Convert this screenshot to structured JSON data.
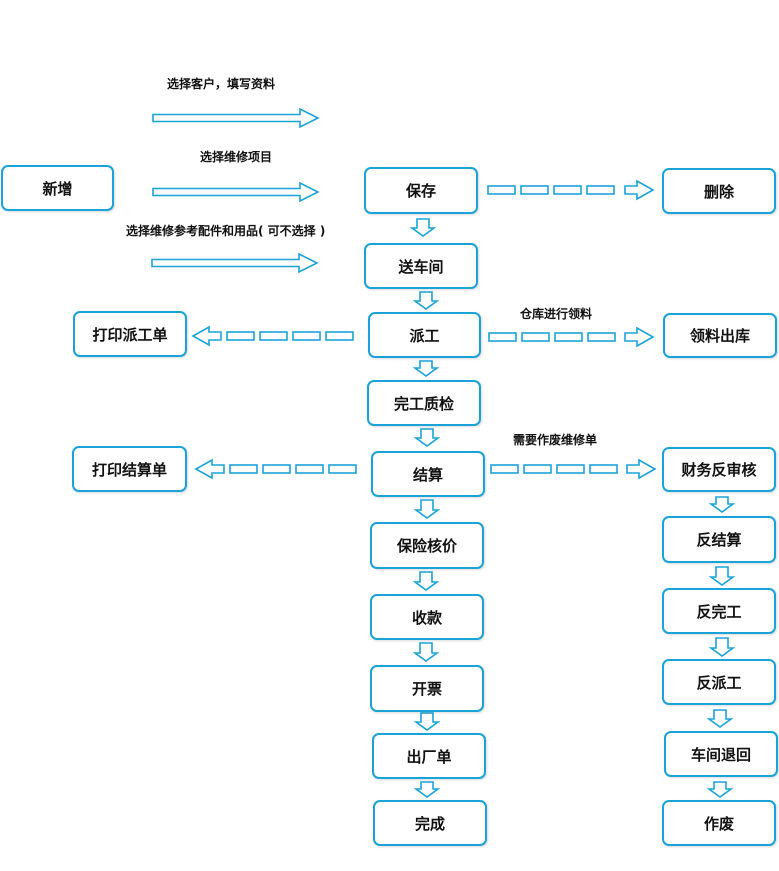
{
  "colors": {
    "stroke": "#1aa3d8",
    "background": "#ffffff",
    "text": "#111111"
  },
  "nodes": {
    "xinzeng": "新增",
    "baocun": "保存",
    "shanchu": "删除",
    "songchejian": "送车间",
    "dayinpaigongdan": "打印派工单",
    "paigong": "派工",
    "lingliaochuku": "领料出库",
    "wangongzhijian": "完工质检",
    "dayinjiesuandan": "打印结算单",
    "jiesuan": "结算",
    "caiwufanshenhe": "财务反审核",
    "baoxianhejia": "保险核价",
    "fanjiesuan": "反结算",
    "shoukuan": "收款",
    "fanwangong": "反完工",
    "kaipiao": "开票",
    "fanpaigong": "反派工",
    "chuchangdan": "出厂单",
    "chejiantuihui": "车间退回",
    "wancheng": "完成",
    "zuofei": "作废"
  },
  "notes": {
    "select_customer": "选择客户，填写资料",
    "select_items": "选择维修项目",
    "select_parts": "选择维修参考配件和用品(  可不选择  )",
    "warehouse": "仓库进行领料",
    "void_needed": "需要作废维修单"
  }
}
